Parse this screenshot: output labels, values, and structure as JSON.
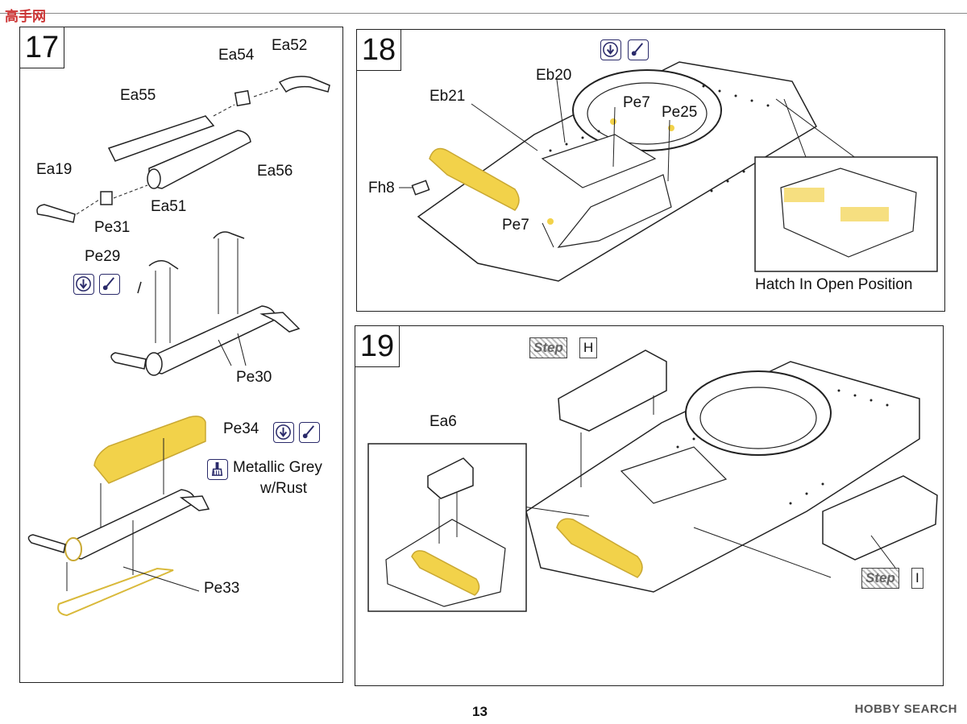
{
  "watermark": {
    "left": "高手网",
    "right": "HOBBY SEARCH"
  },
  "page_number": "13",
  "step17": {
    "number": "17",
    "labels": {
      "ea52": "Ea52",
      "ea54": "Ea54",
      "ea55": "Ea55",
      "ea56": "Ea56",
      "ea19": "Ea19",
      "ea51": "Ea51",
      "pe31": "Pe31",
      "pe29": "Pe29",
      "pe30": "Pe30",
      "pe34": "Pe34",
      "pe33": "Pe33"
    },
    "paint_note_line1": "Metallic Grey",
    "paint_note_line2": "w/Rust"
  },
  "step18": {
    "number": "18",
    "labels": {
      "eb20": "Eb20",
      "eb21": "Eb21",
      "pe7_top": "Pe7",
      "pe25": "Pe25",
      "fh8": "Fh8",
      "pe7_bottom": "Pe7"
    },
    "inset_caption": "Hatch In Open Position"
  },
  "step19": {
    "number": "19",
    "step_h_tag": "Step",
    "step_h_letter": "H",
    "step_i_tag": "Step",
    "step_i_letter": "I",
    "labels": {
      "ea6": "Ea6"
    }
  },
  "colors": {
    "photo_etch": "#f2d24a",
    "line": "#222222",
    "icon": "#2a2a6a"
  }
}
